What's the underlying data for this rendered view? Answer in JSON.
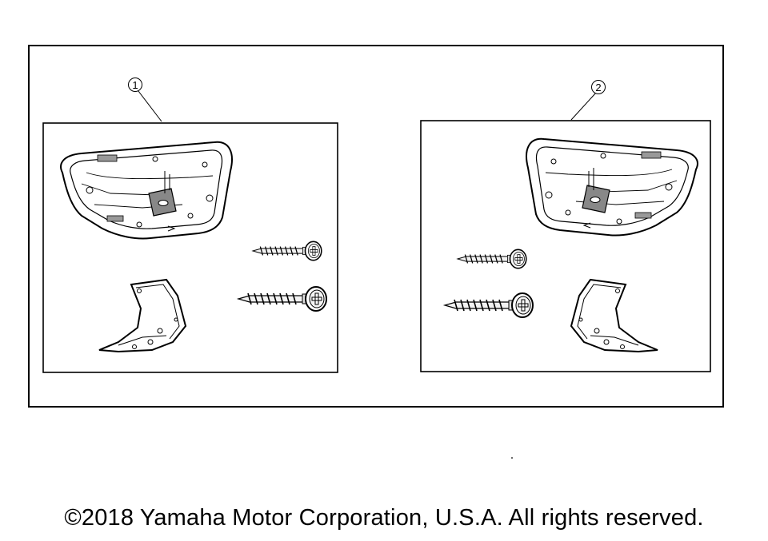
{
  "diagram": {
    "callouts": [
      {
        "number": "1"
      },
      {
        "number": "2"
      }
    ]
  },
  "footer": {
    "copyright": "©2018 Yamaha Motor Corporation, U.S.A. All rights reserved."
  }
}
